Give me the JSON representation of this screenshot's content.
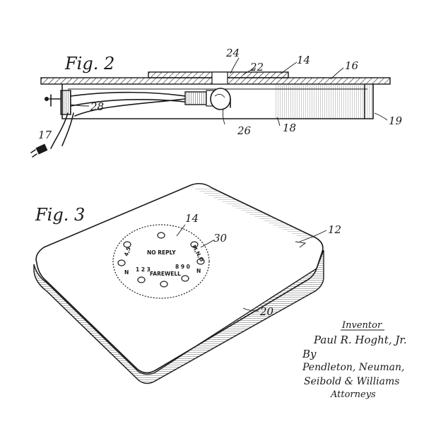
{
  "fig2": {
    "label": "Fig. 2",
    "refs": {
      "r24": "24",
      "r22": "22",
      "r14": "14",
      "r16": "16",
      "r28": "28",
      "r17": "17",
      "r26": "26",
      "r18": "18",
      "r19": "19"
    }
  },
  "fig3": {
    "label": "Fig. 3",
    "refs": {
      "r14": "14",
      "r30": "30",
      "r12": "12",
      "r20": "20"
    },
    "dial": {
      "no_reply": "NO REPLY",
      "farewell": "FAREWELL",
      "left_digits": "4,5",
      "right_digits": "M,N,O",
      "bottom_left": "1 2 3",
      "bottom_right": "8 9 0",
      "left_n": "N",
      "right_n": "N"
    }
  },
  "signature": {
    "inventor_label": "Inventor",
    "inventor_name": "Paul R. Hoght, Jr.",
    "by": "By",
    "firm_line1": "Pendleton, Neuman,",
    "firm_line2": "Seibold & Williams",
    "attorneys": "Attorneys"
  }
}
